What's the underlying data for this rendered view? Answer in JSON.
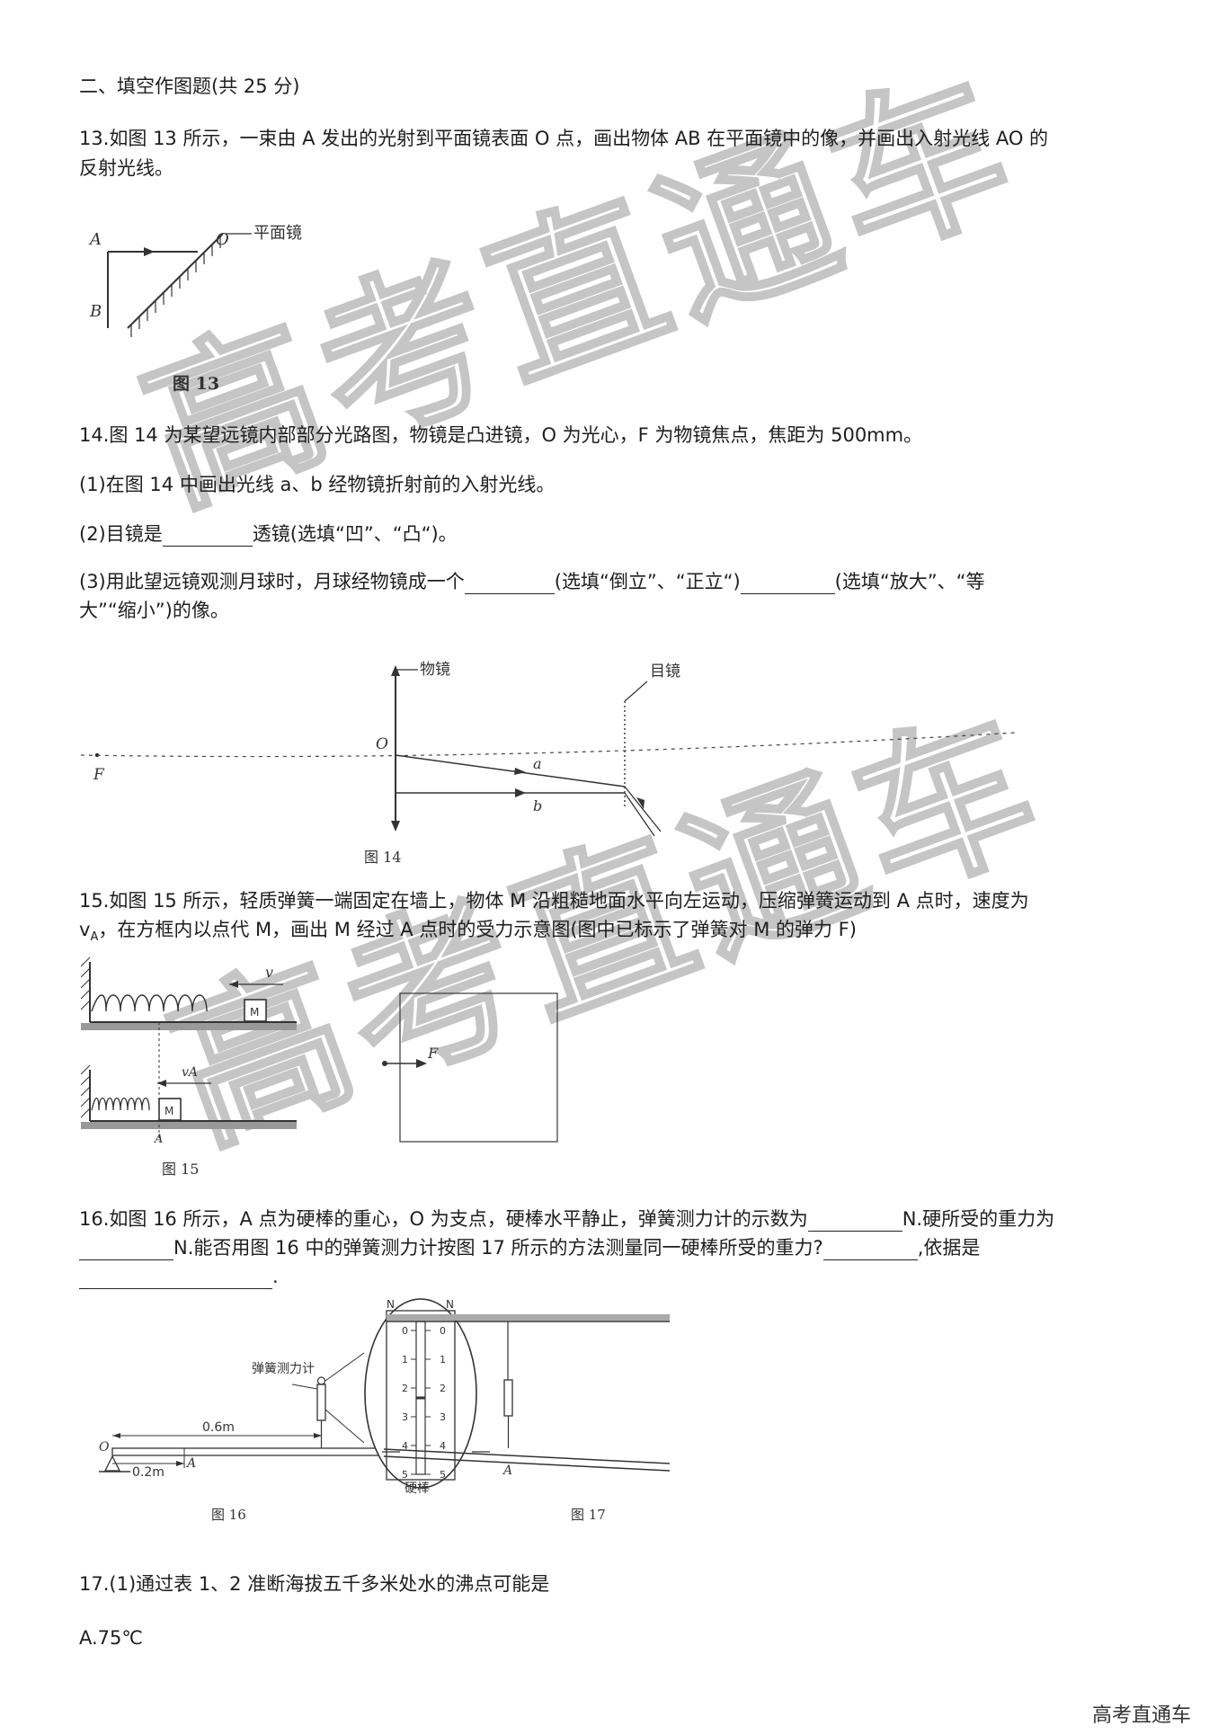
{
  "section_title": "二、填空作图题(共 25 分)",
  "q13": {
    "line1": "13.如图 13 所示，一束由 A 发出的光射到平面镜表面 O 点，画出物体 AB 在平面镜中的像，并画出入射光线 AO 的",
    "line2": "反射光线。",
    "fig": {
      "label_A": "A",
      "label_B": "B",
      "label_O": "O",
      "mirror_label": "平面镜",
      "caption": "图 13"
    }
  },
  "q14": {
    "stem": "14.图 14 为某望远镜内部部分光路图，物镜是凸进镜，O 为光心，F 为物镜焦点，焦距为 500mm。",
    "p1": "(1)在图 14 中画出光线 a、b 经物镜折射前的入射光线。",
    "p2_a": "(2)目镜是",
    "p2_b": "透镜(选填“凹”、“凸“)。",
    "p3_a": "(3)用此望远镜观测月球时，月球经物镜成一个",
    "p3_b": "(选填“倒立”、“正立“)",
    "p3_c": "(选填“放大”、“等",
    "p3_d": "大”“缩小”)的像。",
    "fig": {
      "objective": "物镜",
      "eyepiece": "目镜",
      "label_O": "O",
      "label_F": "F",
      "label_a": "a",
      "label_b": "b",
      "caption": "图 14"
    }
  },
  "q15": {
    "line1": "15.如图 15 所示，轻质弹簧一端固定在墙上，物体 M 沿粗糙地面水平向左运动，压缩弹簧运动到 A 点时，速度为",
    "line2_v": "v",
    "line2_sub": "A",
    "line2_rest": "，在方框内以点代 M，画出 M 经过 A 点时的受力示意图(图中已标示了弹簧对 M 的弹力 F)",
    "fig": {
      "label_v": "v",
      "label_vA": "vA",
      "label_M": "M",
      "label_A": "A",
      "label_F": "F",
      "caption": "图 15"
    }
  },
  "q16": {
    "line1_a": "16.如图 16 所示，A 点为硬棒的重心，O 为支点，硬棒水平静止，弹簧测力计的示数为",
    "line1_b": "N.硬所受的重力为",
    "line2_a": "N.能否用图  16  中的弹簧测力计按图  17  所示的方法测量同一硬棒所受的重力?",
    "line2_b": ",依据是",
    "line3_end": ".",
    "fig": {
      "scale_label": "弹簧测力计",
      "dist_06": "0.6m",
      "dist_02": "0.2m",
      "label_O": "O",
      "label_A": "A",
      "rod_label": "硬棒",
      "caption16": "图 16",
      "caption17": "图 17",
      "unit": "N",
      "ticks": [
        "0",
        "1",
        "2",
        "3",
        "4",
        "5"
      ]
    }
  },
  "q17": {
    "line1": "17.(1)通过表 1、2 准断海拔五千多米处水的沸点可能是",
    "optA": "A.75℃"
  },
  "watermark": "高考直通车",
  "footer": "高考直通车"
}
